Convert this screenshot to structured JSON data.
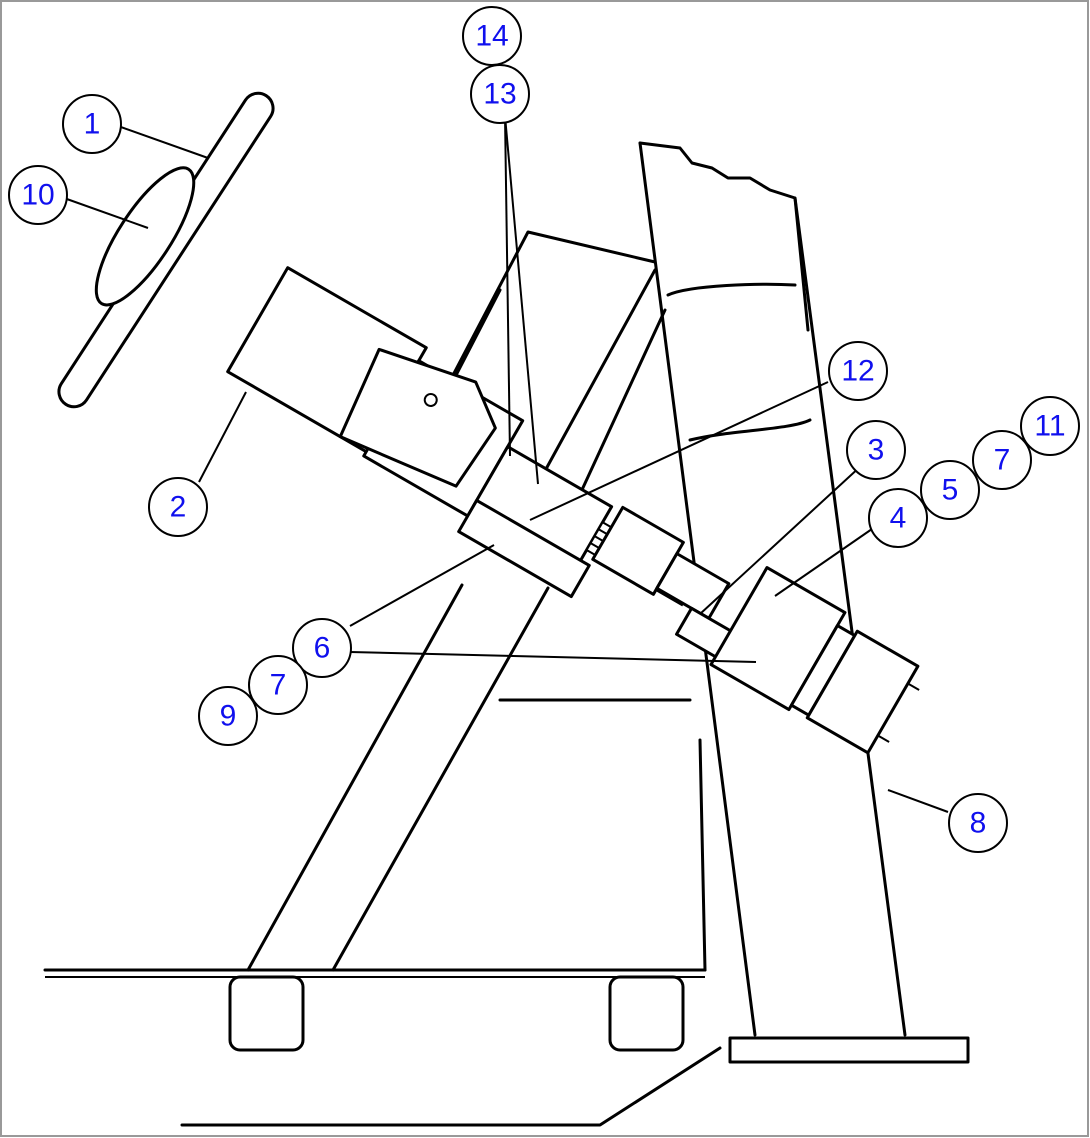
{
  "diagram": {
    "colors": {
      "callout_text": "#1010ee",
      "line": "#000000",
      "background": "#ffffff"
    },
    "callouts": [
      {
        "id": "c14",
        "label": "14"
      },
      {
        "id": "c13",
        "label": "13"
      },
      {
        "id": "c1",
        "label": "1"
      },
      {
        "id": "c10",
        "label": "10"
      },
      {
        "id": "c12",
        "label": "12"
      },
      {
        "id": "c3",
        "label": "3"
      },
      {
        "id": "c11",
        "label": "11"
      },
      {
        "id": "c7a",
        "label": "7"
      },
      {
        "id": "c5",
        "label": "5"
      },
      {
        "id": "c4",
        "label": "4"
      },
      {
        "id": "c2",
        "label": "2"
      },
      {
        "id": "c6",
        "label": "6"
      },
      {
        "id": "c7b",
        "label": "7"
      },
      {
        "id": "c9",
        "label": "9"
      },
      {
        "id": "c8",
        "label": "8"
      }
    ]
  }
}
